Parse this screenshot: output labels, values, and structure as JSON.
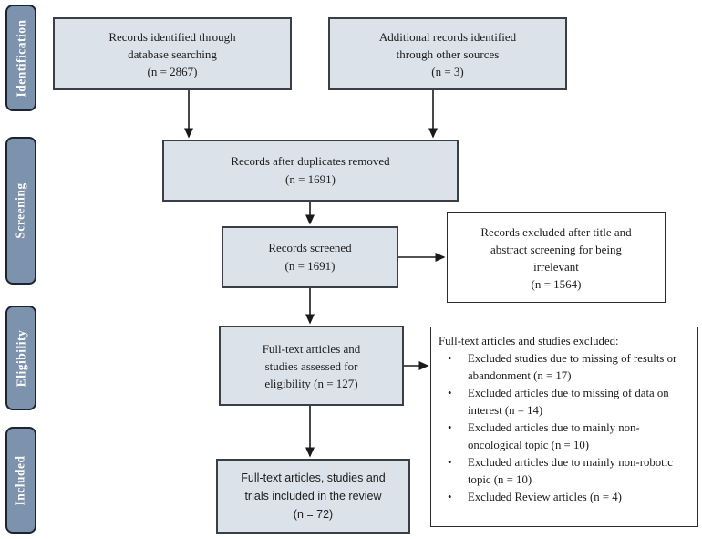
{
  "stages": [
    "Identification",
    "Screening",
    "Eligibility",
    "Included"
  ],
  "boxes": {
    "identified_db": {
      "lines": [
        "Records identified through",
        "database searching",
        "(n = 2867)"
      ]
    },
    "identified_other": {
      "lines": [
        "Additional records identified",
        "through other sources",
        "(n = 3)"
      ]
    },
    "after_duplicates": {
      "lines": [
        "Records after duplicates removed",
        "(n = 1691)"
      ]
    },
    "screened": {
      "lines": [
        "Records screened",
        "(n = 1691)"
      ]
    },
    "excluded_screening": {
      "lines": [
        "Records excluded after title and",
        "abstract screening for being",
        "irrelevant",
        "(n = 1564)"
      ]
    },
    "fulltext_assessed": {
      "lines": [
        "Full-text articles and",
        "studies assessed for",
        "eligibility (n = 127)"
      ]
    },
    "fulltext_excluded": {
      "header": "Full-text articles and studies excluded:",
      "items": [
        "Excluded studies due to missing of results or abandonment (n = 17)",
        "Excluded articles due to missing of data on interest (n = 14)",
        "Excluded articles due to mainly non-oncological topic (n = 10)",
        "Excluded articles due to mainly non-robotic topic (n = 10)",
        "Excluded Review articles (n = 4)"
      ]
    },
    "included": {
      "lines": [
        "Full-text articles, studies and",
        "trials included in the review",
        "(n = 72)"
      ]
    }
  },
  "colors": {
    "box_fill": "#dbe2ea",
    "box_border": "#3a3f45",
    "plain_box_fill": "#ffffff",
    "plain_box_border": "#2b2b2b",
    "stage_fill": "#7d92ad",
    "stage_border": "#1b2430",
    "stage_text": "#ffffff",
    "arrow": "#1a1a1a",
    "text": "#1c1c1c",
    "background": "#ffffff"
  }
}
